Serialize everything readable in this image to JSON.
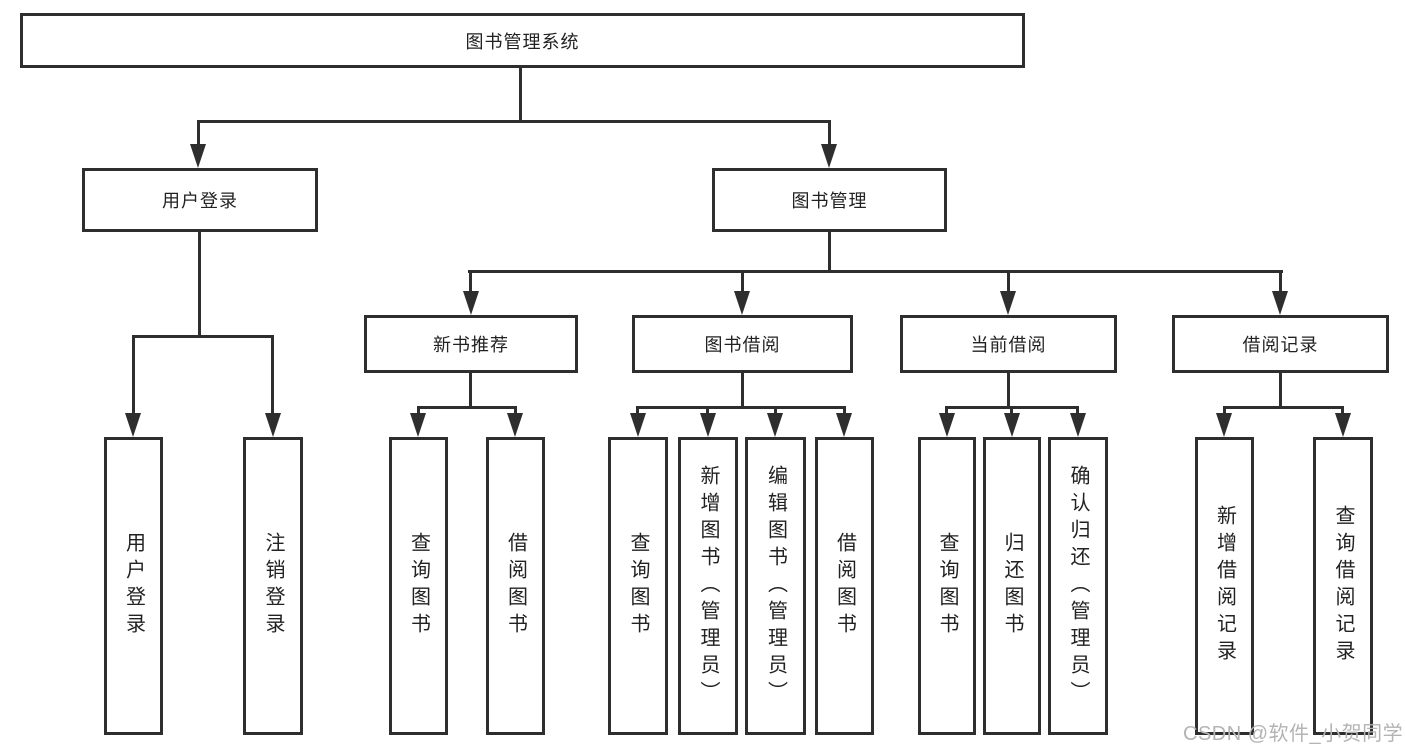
{
  "diagram": {
    "root": {
      "label": "图书管理系统"
    },
    "level2": [
      {
        "label": "用户登录"
      },
      {
        "label": "图书管理"
      }
    ],
    "level3": [
      {
        "label": "新书推荐",
        "parent": "图书管理"
      },
      {
        "label": "图书借阅",
        "parent": "图书管理"
      },
      {
        "label": "当前借阅",
        "parent": "图书管理"
      },
      {
        "label": "借阅记录",
        "parent": "图书管理"
      }
    ],
    "leaves": [
      {
        "label": "用户登录",
        "parent": "用户登录"
      },
      {
        "label": "注销登录",
        "parent": "用户登录"
      },
      {
        "label": "查询图书",
        "parent": "新书推荐"
      },
      {
        "label": "借阅图书",
        "parent": "新书推荐"
      },
      {
        "label": "查询图书",
        "parent": "图书借阅"
      },
      {
        "label": "新增图书（管理员）",
        "parent": "图书借阅"
      },
      {
        "label": "编辑图书（管理员）",
        "parent": "图书借阅"
      },
      {
        "label": "借阅图书",
        "parent": "图书借阅"
      },
      {
        "label": "查询图书",
        "parent": "当前借阅"
      },
      {
        "label": "归还图书",
        "parent": "当前借阅"
      },
      {
        "label": "确认归还（管理员）",
        "parent": "当前借阅"
      },
      {
        "label": "新增借阅记录",
        "parent": "借阅记录"
      },
      {
        "label": "查询借阅记录",
        "parent": "借阅记录"
      }
    ],
    "watermark": "CSDN @软件_小贺同学",
    "colors": {
      "line": "#2e2e2e",
      "text": "#222222",
      "box-bg": "#ffffff",
      "watermark": "#b4b4b4"
    }
  }
}
